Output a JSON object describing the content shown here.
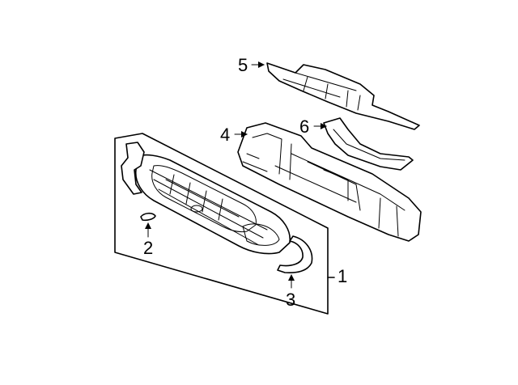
{
  "diagram": {
    "background": "#ffffff",
    "line_color": "#000000",
    "callouts": [
      {
        "id": "c1",
        "label": "1"
      },
      {
        "id": "c2",
        "label": "2"
      },
      {
        "id": "c3",
        "label": "3"
      },
      {
        "id": "c4",
        "label": "4"
      },
      {
        "id": "c5",
        "label": "5"
      },
      {
        "id": "c6",
        "label": "6"
      }
    ]
  }
}
